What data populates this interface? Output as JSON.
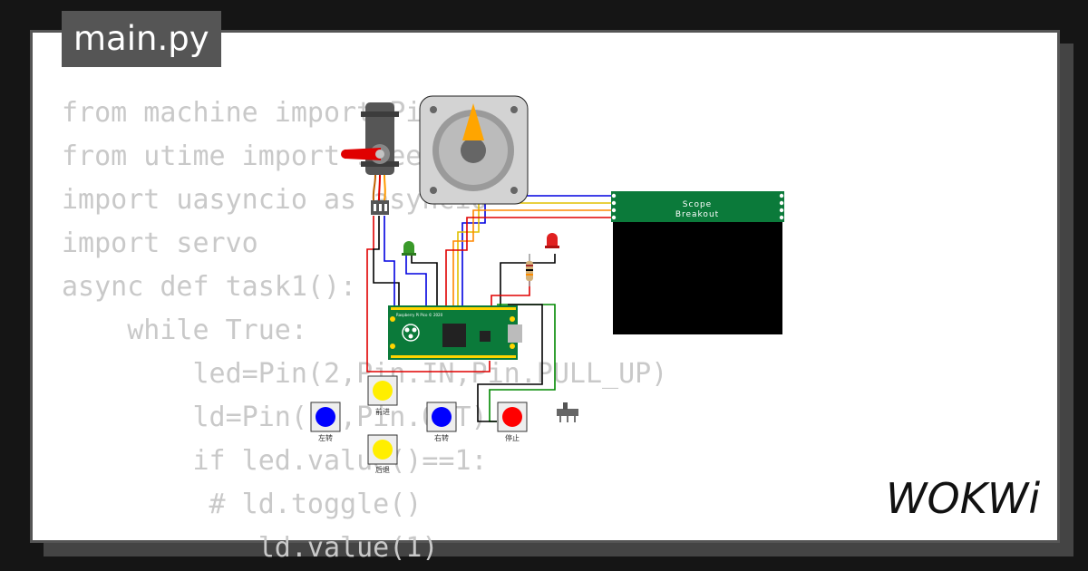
{
  "file_tab": {
    "label": "main.py"
  },
  "code_lines": [
    "from machine import Pin",
    "from utime import sleep",
    "import uasyncio as asyncio",
    "import servo",
    "async def task1():",
    "    while True:",
    "        led=Pin(2,Pin.IN,Pin.PULL_UP)",
    "        ld=Pin(15,Pin.OUT)",
    "        if led.value()==1:",
    "         # ld.toggle()",
    "            ld.value(1)"
  ],
  "scope": {
    "title_line1": "Scope",
    "title_line2": "Breakout"
  },
  "pico": {
    "label": "Raspberry Pi Pico © 2020"
  },
  "buttons": {
    "forward": "前进",
    "left": "左转",
    "right": "右转",
    "stop": "停止",
    "back": "后退"
  },
  "logo": {
    "text": "WOKWi"
  },
  "colors": {
    "wire_red": "#e00000",
    "wire_blue": "#0000e0",
    "wire_black": "#000000",
    "wire_green": "#008800",
    "wire_yellow": "#e0c000",
    "wire_orange": "#ff8800",
    "button_blue": "#0000ff",
    "button_yellow": "#ffee00",
    "button_red": "#ff0000",
    "pcb_green": "#0b7a3a"
  }
}
